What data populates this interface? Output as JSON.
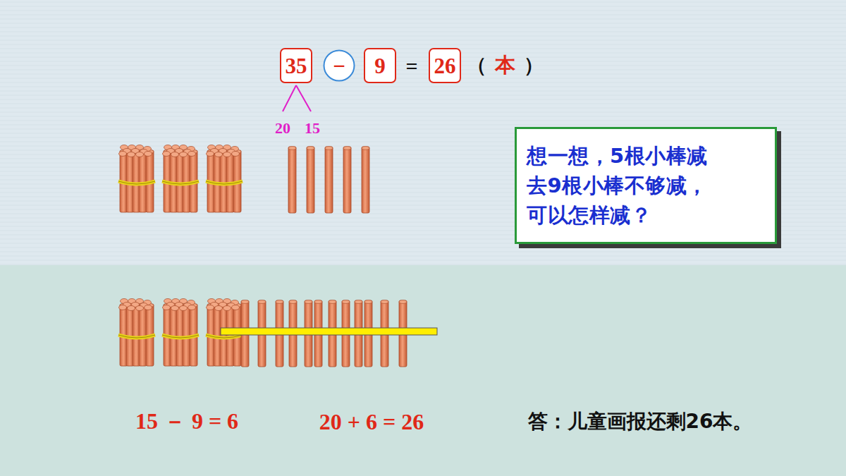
{
  "diagram": {
    "nodes": [
      {
        "text": [
          "35"
        ]
      },
      {
        "text": [
          "−"
        ]
      },
      {
        "text": [
          "9"
        ]
      },
      {
        "text": [
          "26"
        ]
      },
      {
        "text": [
          "想一想，5根小棒减去9根小棒不够减，可以怎样减？"
        ]
      }
    ],
    "labels": [
      "=",
      "（",
      "本",
      "）",
      "20",
      "15",
      "15 － 9 = 6",
      "20 + 6 = 26",
      "答：儿童画报还剩26本。"
    ]
  }
}
